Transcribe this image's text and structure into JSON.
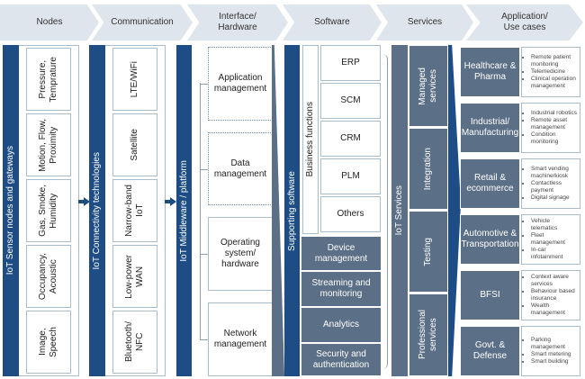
{
  "stages": [
    "Nodes",
    "Communication",
    "Interface/\nHardware",
    "Software",
    "Services",
    "Application/\nUse cases"
  ],
  "nodes": {
    "title": "IoT Sensor nodes and gateways",
    "items": [
      "Pressure,\nTemprature",
      "Motion, Flow,\nProximity",
      "Gas, Smoke,\nHumidity",
      "Occupancy,\nAcoustic",
      "Image,\nSpeech"
    ]
  },
  "communication": {
    "title": "IoT Connectivity technologies",
    "items": [
      "LTE/WiFi",
      "Satellite",
      "Narrow-band\nIoT",
      "Low-power\nWAN",
      "Bluetooth/\nNFC"
    ]
  },
  "interface": {
    "title": "IoT Middleware / platform",
    "items": [
      "Application\nmanagement",
      "Data\nmanagement",
      "Operating\nsystem/\nhardware",
      "Network\nmanagement"
    ]
  },
  "software": {
    "title": "Supporting software",
    "business_title": "Business functions",
    "business": [
      "ERP",
      "SCM",
      "CRM",
      "PLM",
      "Others"
    ],
    "support": [
      "Device\nmanagement",
      "Streaming and\nmonitoring",
      "Analytics",
      "Security and\nauthentication"
    ]
  },
  "services": {
    "title": "IoT Services",
    "items": [
      "Managed\nservices",
      "Integration",
      "Testing",
      "Professional\nservices"
    ]
  },
  "applications": [
    {
      "name": "Healthcare &\nPharma",
      "uses": [
        "Remote patient monitoring",
        "Telemedicine",
        "Clinical operation management"
      ]
    },
    {
      "name": "Industrial/\nManufacturing",
      "uses": [
        "Industrial robotics",
        "Remote asset management",
        "Condition monitoring"
      ]
    },
    {
      "name": "Retail &\necommerce",
      "uses": [
        "Smart vending machine/kiosk",
        "Contactless payment",
        "Digital signage"
      ]
    },
    {
      "name": "Automotive &\nTransportation",
      "uses": [
        "Vehicle telematics",
        "Fleet management",
        "In-car infotainment"
      ]
    },
    {
      "name": "BFSI",
      "uses": [
        "Context aware services",
        "Behaviour based insurance",
        "Wealth management"
      ]
    },
    {
      "name": "Govt. &\nDefense",
      "uses": [
        "Parking management",
        "Smart metering",
        "Smart building"
      ]
    }
  ],
  "colors": {
    "primary": "#1d4d84",
    "secondary": "#5b6f86",
    "chevron": "#dfe5ec"
  }
}
